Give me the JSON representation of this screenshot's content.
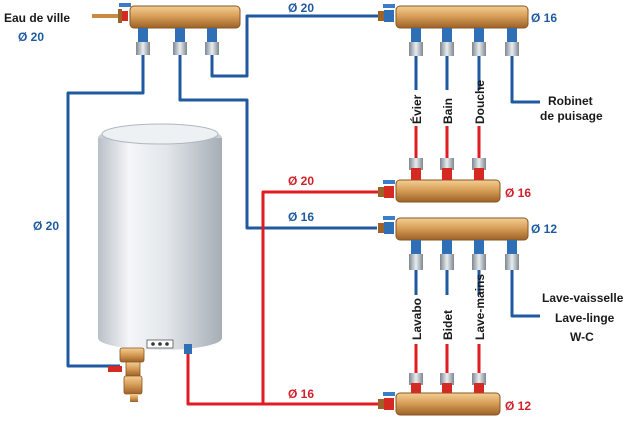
{
  "colors": {
    "cold_pipe": "#1f5aa0",
    "hot_pipe": "#e11b22",
    "manifold": "#d9a05a",
    "valve_red": "#d52a24",
    "valve_blue": "#1f5aa0",
    "tank": "#d8dde3"
  },
  "labels": {
    "inlet_title": "Eau de ville",
    "inlet_diameter": "Ø 20",
    "main_cold_diameter": "Ø 20",
    "top_manifold_diameter": "Ø 16",
    "riser_left_diameter": "Ø 20",
    "hot_feed_diameter": "Ø 20",
    "hot_mid_manifold_diameter": "Ø 16",
    "cold_mid_feed_diameter": "Ø 16",
    "cold_mid_manifold_diameter": "Ø 12",
    "hot_low_feed_diameter": "Ø 16",
    "hot_low_manifold_diameter": "Ø 12",
    "top_fixtures": [
      "Évier",
      "Bain",
      "Douche"
    ],
    "tap_line1": "Robinet",
    "tap_line2": "de puisage",
    "low_fixtures": [
      "Lavabo",
      "Bidet",
      "Lave-mains"
    ],
    "appliance_1": "Lave-vaisselle",
    "appliance_2": "Lave-linge",
    "appliance_3": "W-C"
  }
}
